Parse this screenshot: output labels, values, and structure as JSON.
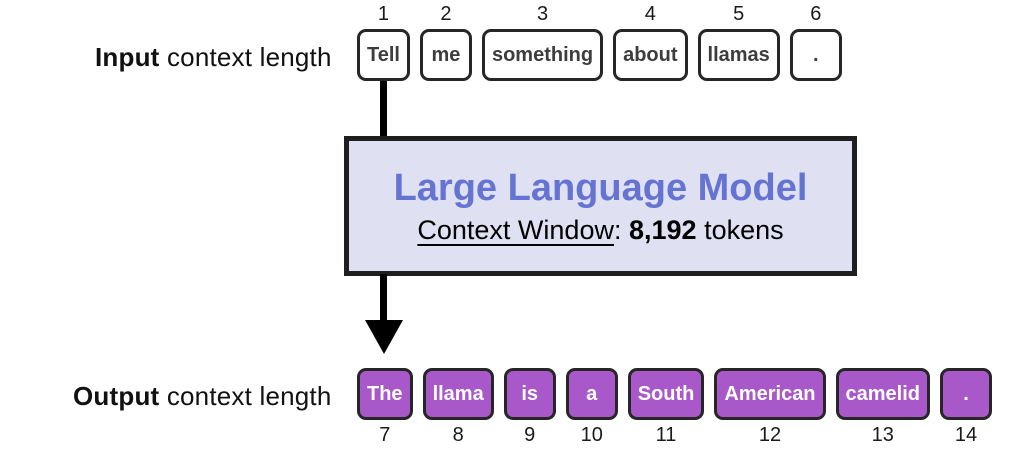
{
  "diagram": {
    "input_label": {
      "bold": "Input",
      "rest": " context length"
    },
    "output_label": {
      "bold": "Output",
      "rest": " context length"
    },
    "input_tokens": [
      {
        "index": "1",
        "text": "Tell"
      },
      {
        "index": "2",
        "text": "me"
      },
      {
        "index": "3",
        "text": "something"
      },
      {
        "index": "4",
        "text": "about"
      },
      {
        "index": "5",
        "text": "llamas"
      },
      {
        "index": "6",
        "text": "."
      }
    ],
    "output_tokens": [
      {
        "index": "7",
        "text": "The"
      },
      {
        "index": "8",
        "text": "llama"
      },
      {
        "index": "9",
        "text": "is"
      },
      {
        "index": "10",
        "text": "a"
      },
      {
        "index": "11",
        "text": "South"
      },
      {
        "index": "12",
        "text": "American"
      },
      {
        "index": "13",
        "text": "camelid"
      },
      {
        "index": "14",
        "text": "."
      }
    ],
    "model_box": {
      "title": "Large Language Model",
      "context_window_label": "Context Window",
      "colon": ": ",
      "token_count": "8,192",
      "token_unit": " tokens"
    },
    "colors": {
      "model_box_fill": "#dfe1f2",
      "model_box_border": "#1f1f1f",
      "model_title_text": "#6573d1",
      "output_token_fill": "#a958ca",
      "token_border": "#262626",
      "input_token_text": "#3d3d3d",
      "output_token_text": "#ffffff",
      "arrow": "#000000",
      "background": "#ffffff"
    }
  }
}
